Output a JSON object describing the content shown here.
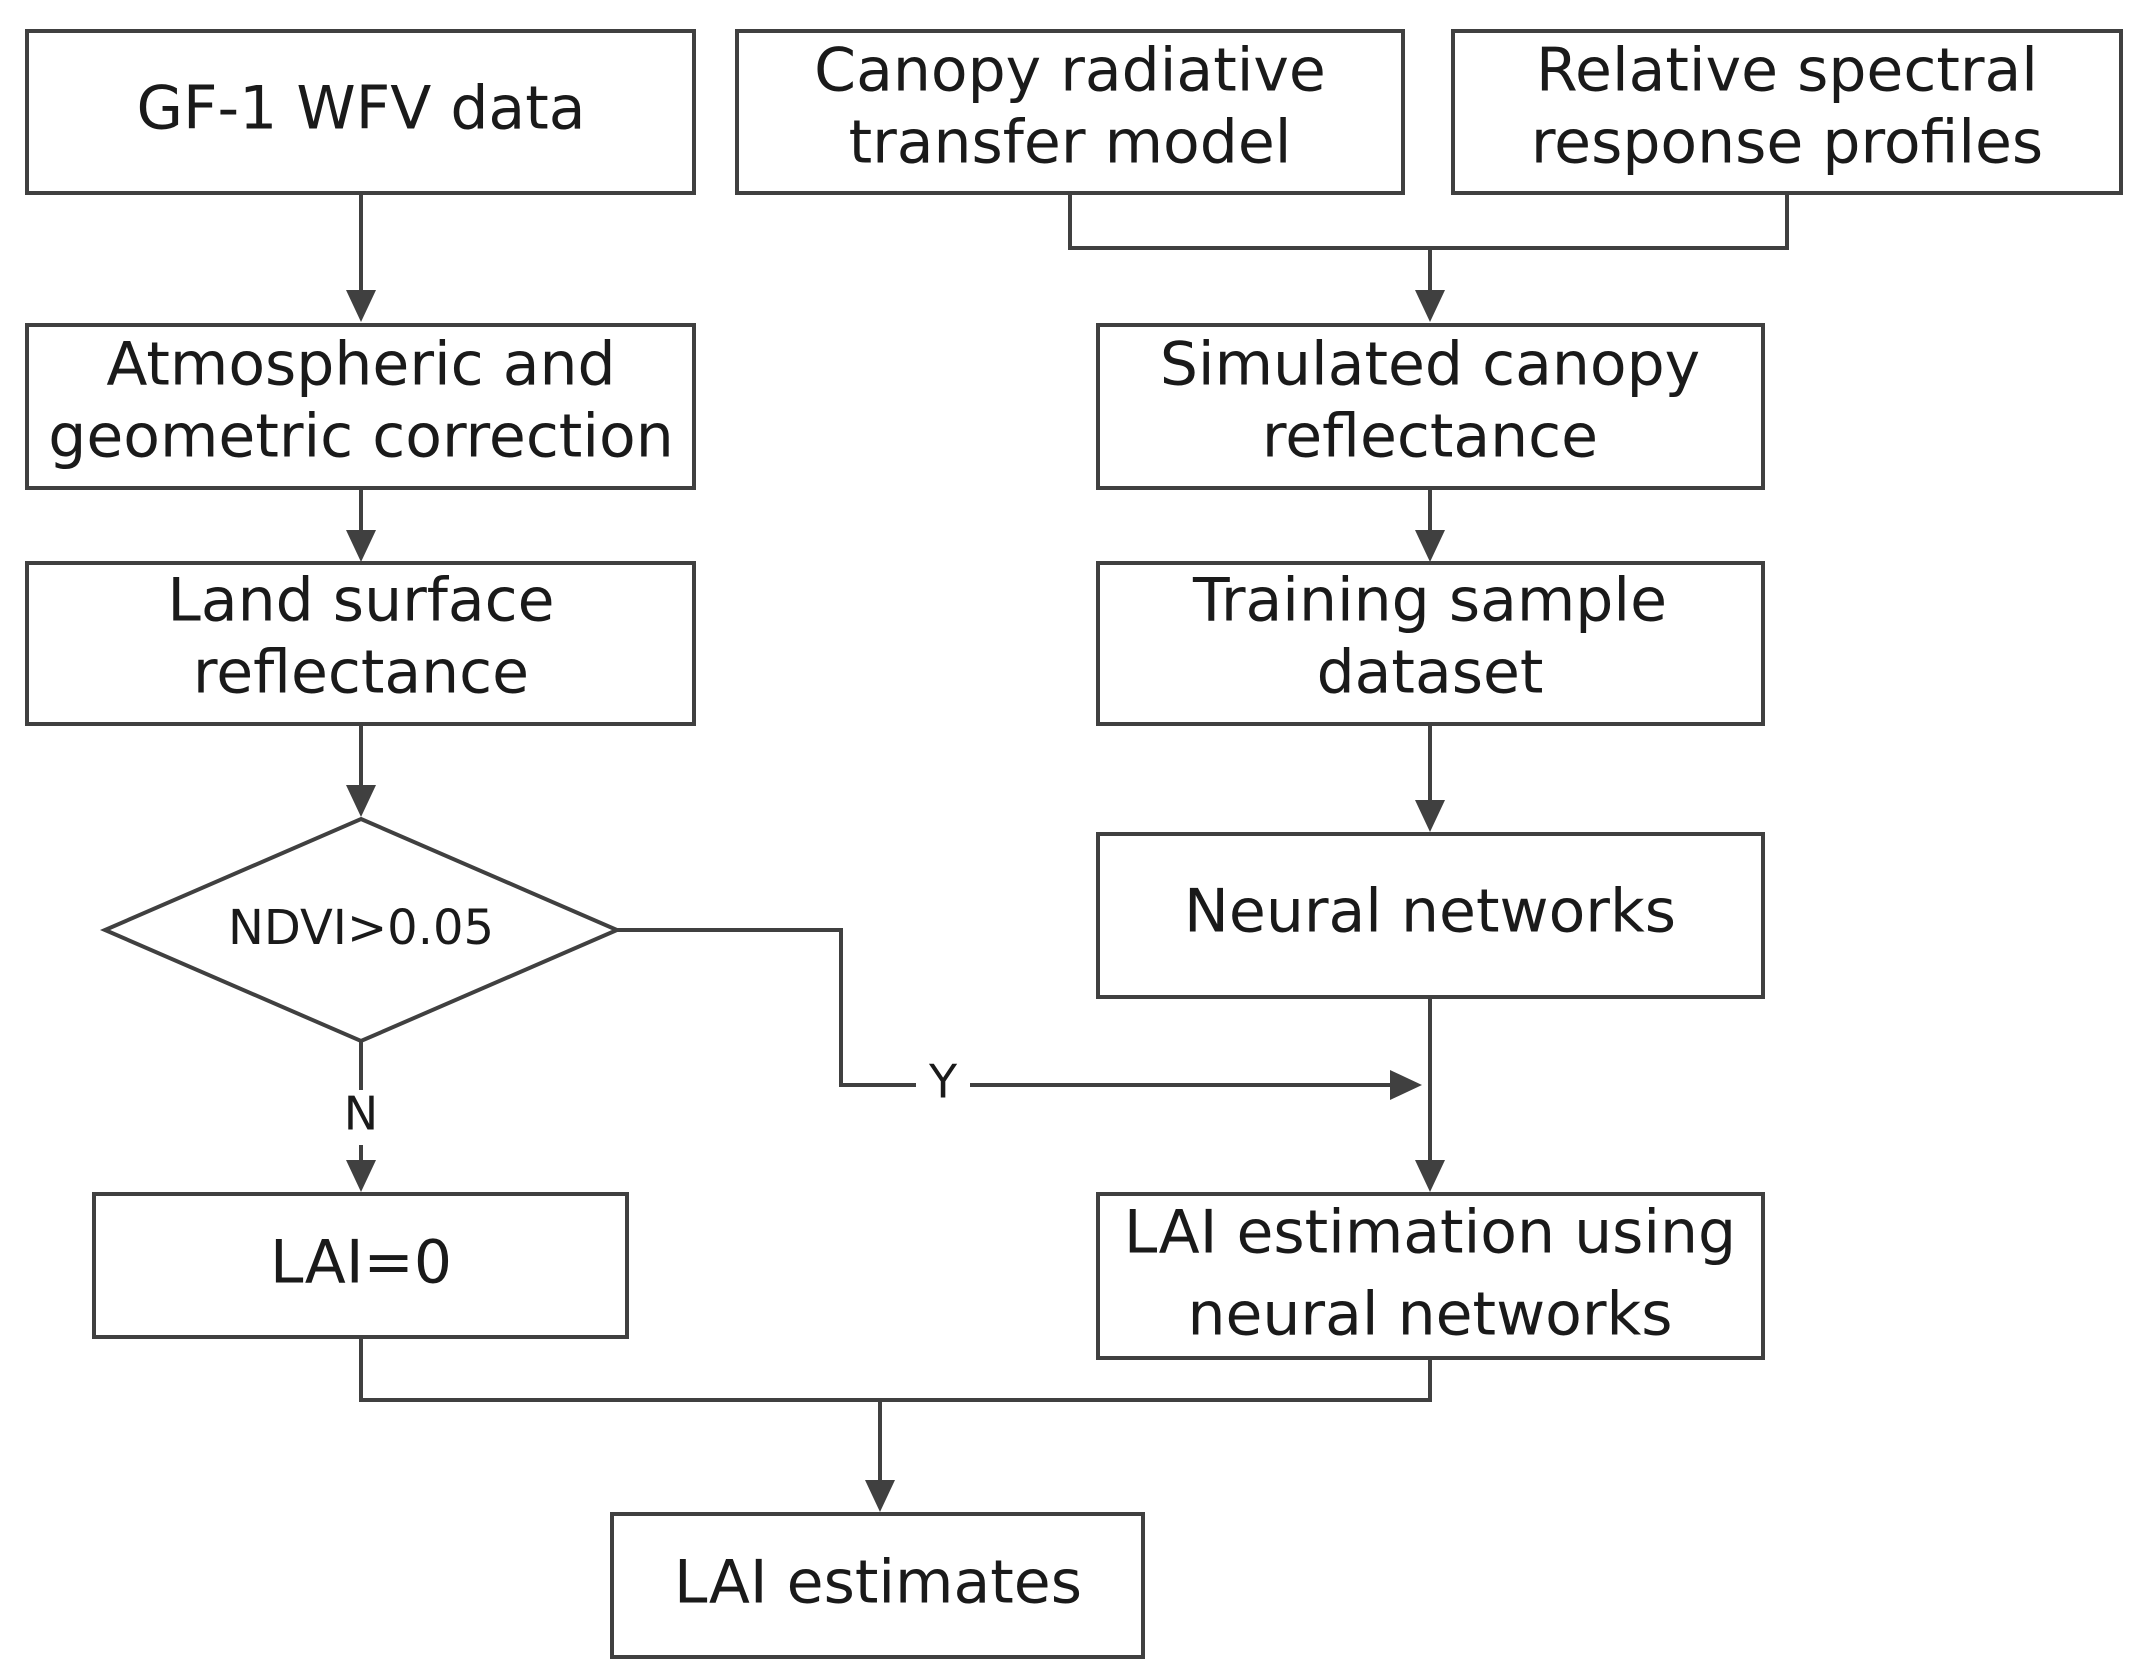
{
  "nodes": {
    "gf1_data": {
      "lines": [
        "GF-1 WFV data"
      ]
    },
    "canopy_model": {
      "lines": [
        "Canopy radiative",
        "transfer model"
      ]
    },
    "spectral_profiles": {
      "lines": [
        "Relative spectral",
        "response profiles"
      ]
    },
    "atmospheric_correction": {
      "lines": [
        "Atmospheric and",
        "geometric correction"
      ]
    },
    "simulated_reflectance": {
      "lines": [
        "Simulated canopy",
        "reflectance"
      ]
    },
    "land_surface_reflectance": {
      "lines": [
        "Land surface",
        "reflectance"
      ]
    },
    "training_dataset": {
      "lines": [
        "Training sample",
        "dataset"
      ]
    },
    "ndvi_check": {
      "lines": [
        "NDVI>0.05"
      ]
    },
    "neural_networks": {
      "lines": [
        "Neural networks"
      ]
    },
    "lai_zero": {
      "lines": [
        "LAI=0"
      ]
    },
    "lai_estimation": {
      "lines": [
        "LAI estimation using",
        "neural networks"
      ]
    },
    "lai_estimates": {
      "lines": [
        "LAI estimates"
      ]
    }
  },
  "edge_labels": {
    "yes": "Y",
    "no": "N"
  }
}
